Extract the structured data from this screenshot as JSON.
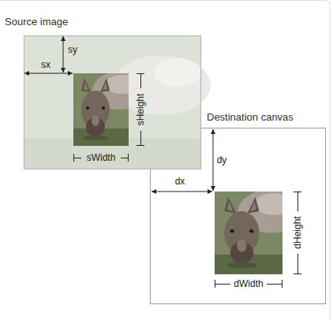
{
  "diagram": {
    "nodes": [
      {
        "text": [
          "Source image"
        ]
      },
      {
        "text": [
          "Destination canvas"
        ]
      }
    ],
    "labels": [
      "sx",
      "sy",
      "sHeight",
      "sWidth",
      "dy",
      "dx",
      "dHeight",
      "dWidth"
    ]
  }
}
